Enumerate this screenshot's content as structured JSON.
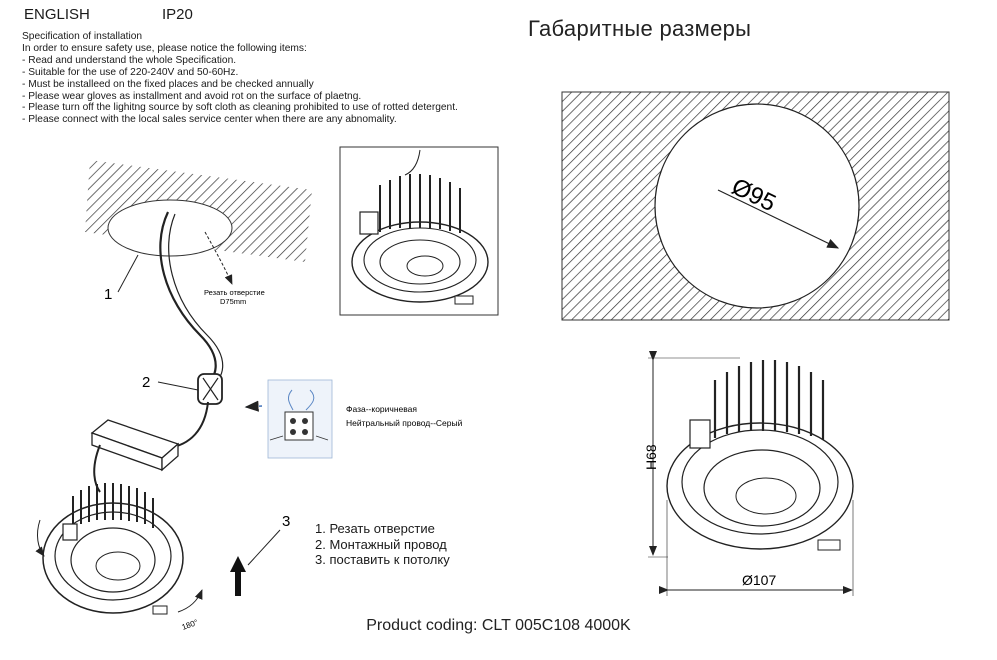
{
  "header": {
    "language": "ENGLISH",
    "ip_rating": "IP20"
  },
  "spec": {
    "title": "Specification of installation",
    "intro": "In order to ensure safety use, please notice the following items:",
    "items": [
      "- Read and understand the whole Specification.",
      "- Suitable for the use of 220-240V and 50-60Hz.",
      "- Must be installeed on the fixed places and be checked annually",
      "- Please wear gloves as installment and avoid rot on the surface of plaetng.",
      "- Please turn off the lighitng source by soft cloth as cleaning prohibited to use of rotted detergent.",
      "- Please connect with the local sales service center when there are any abnomality."
    ]
  },
  "dimensions_title": "Габаритные размеры",
  "install": {
    "hole_label": "Резать отверстие",
    "hole_size": "D75mm",
    "callout_1": "1",
    "callout_2": "2",
    "callout_3": "3",
    "rotate_label": "180°",
    "wiring_phase": "Фаза--коричневая",
    "wiring_neutral": "Нейтральный провод--Серый",
    "steps": [
      "1.  Резать отверстие",
      "2.  Монтажный провод",
      "3.  поставить к потолку"
    ]
  },
  "dims": {
    "cutout": "Ø95",
    "height": "H68",
    "diameter": "Ø107"
  },
  "product_coding": "Product coding: CLT 005C108 4000K"
}
